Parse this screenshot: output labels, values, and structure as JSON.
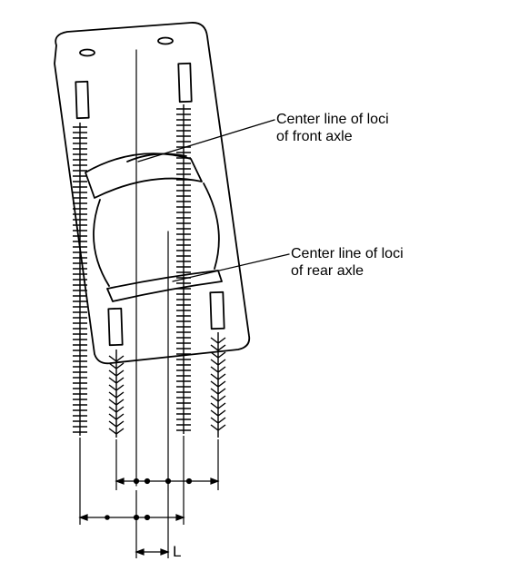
{
  "labels": {
    "front_axle": {
      "line1": "Center line of loci",
      "line2": "of front axle"
    },
    "rear_axle": {
      "line1": "Center line of loci",
      "line2": "of rear axle"
    },
    "offset": "L"
  },
  "colors": {
    "ink": "#000000",
    "paper": "#ffffff"
  }
}
